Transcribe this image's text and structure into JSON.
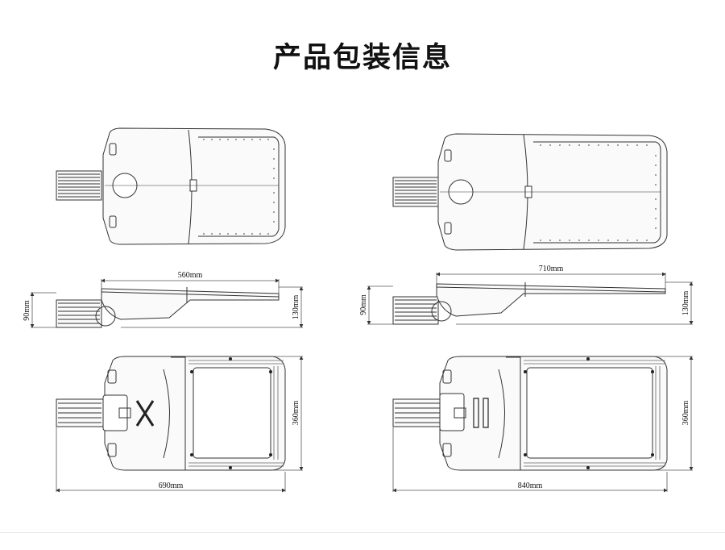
{
  "title": "产品包装信息",
  "small_model": {
    "side_length": "560mm",
    "side_height_total": "130mm",
    "side_height_arm": "90mm",
    "front_width": "690mm",
    "front_height": "360mm"
  },
  "large_model": {
    "side_length": "710mm",
    "side_height_total": "130mm",
    "side_height_arm": "90mm",
    "front_width": "840mm",
    "front_height": "360mm"
  },
  "colors": {
    "line": "#333333",
    "dim_line": "#555555",
    "background": "#ffffff"
  }
}
